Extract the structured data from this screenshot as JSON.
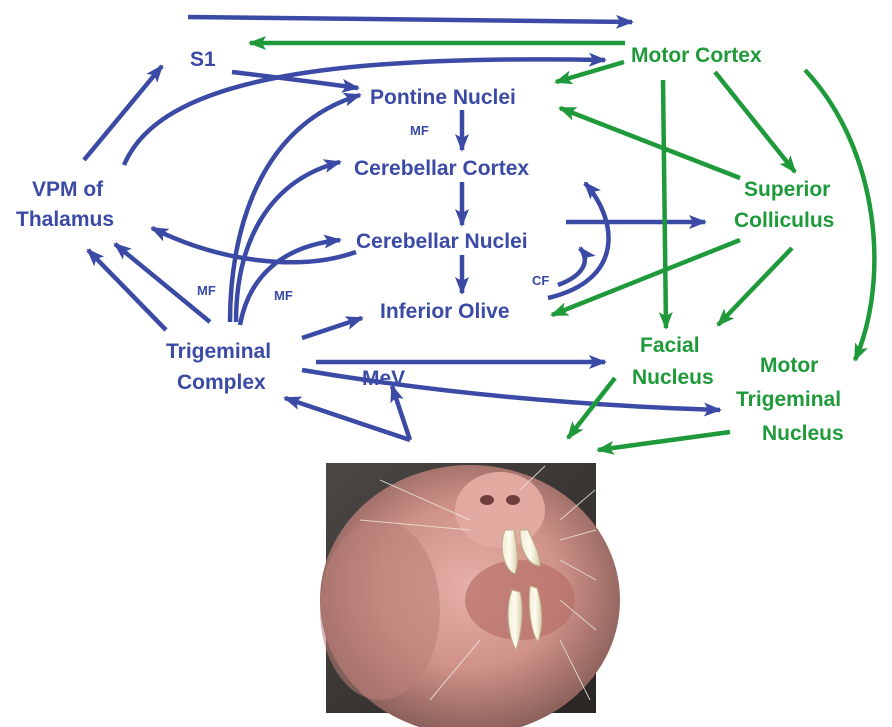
{
  "colors": {
    "afferent": "#3b4ba5",
    "efferent": "#1f9a3a",
    "background": "#ffffff"
  },
  "nodes": {
    "s1": "S1",
    "motor_cortex": "Motor Cortex",
    "pontine_nuclei": "Pontine Nuclei",
    "cerebellar_cortex": "Cerebellar Cortex",
    "cerebellar_nuclei": "Cerebellar Nuclei",
    "inferior_olive": "Inferior Olive",
    "vpm_line1": "VPM of",
    "vpm_line2": "Thalamus",
    "superior_colliculus_line1": "Superior",
    "superior_colliculus_line2": "Colliculus",
    "facial_nucleus_line1": "Facial",
    "facial_nucleus_line2": "Nucleus",
    "motor_trigeminal_line1": "Motor",
    "motor_trigeminal_line2": "Trigeminal",
    "motor_trigeminal_line3": "Nucleus",
    "trigeminal_line1": "Trigeminal",
    "trigeminal_line2": "Complex",
    "mev": "MeV"
  },
  "fiber_labels": {
    "mf_pontine": "MF",
    "mf_left": "MF",
    "mf_right": "MF",
    "cf": "CF"
  },
  "photo": {
    "subject": "naked-mole-rat-face"
  }
}
